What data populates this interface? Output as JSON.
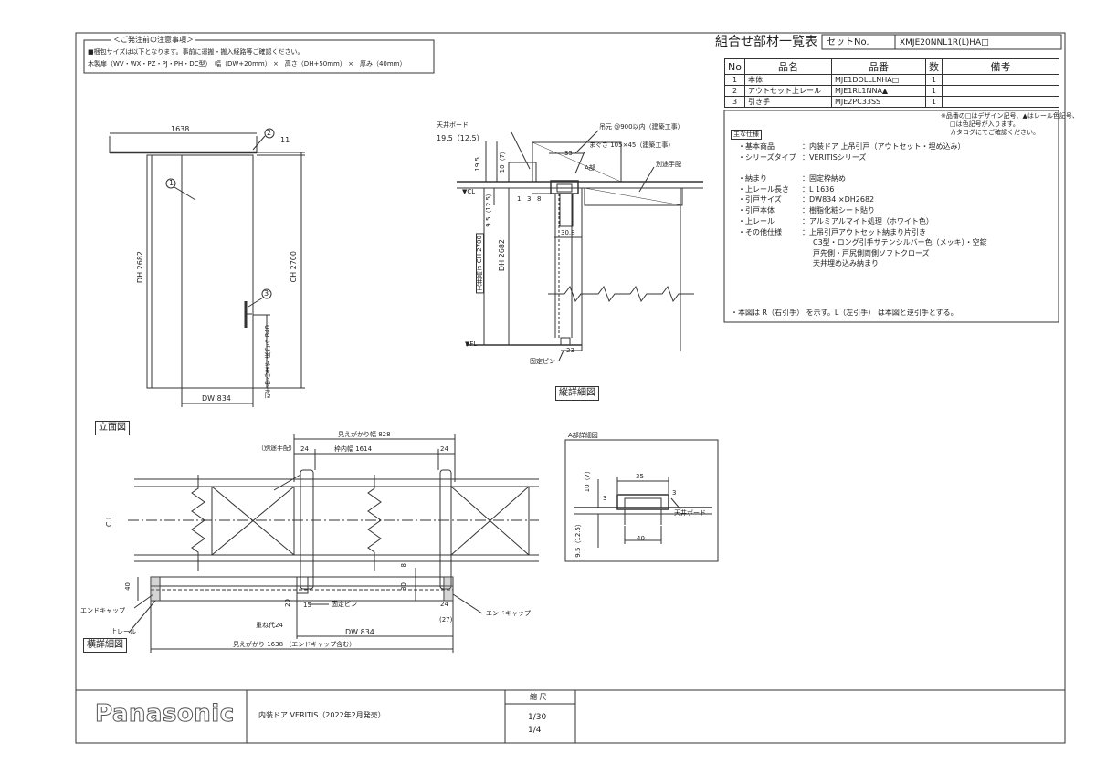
{
  "title_block": {
    "header": "組合せ部材一覧表",
    "set_label": "セットNo.",
    "set_no": "XMJE20NNL1R(L)HA□"
  },
  "parts_table": {
    "columns": [
      "No",
      "品名",
      "品番",
      "数",
      "備考"
    ],
    "rows": [
      {
        "no": "1",
        "name": "本体",
        "code": "MJE1DOLLLNHA□",
        "qty": "1",
        "note": ""
      },
      {
        "no": "2",
        "name": "アウトセット上レール",
        "code": "MJE1RL1NNA▲",
        "qty": "1",
        "note": ""
      },
      {
        "no": "3",
        "name": "引き手",
        "code": "MJE2PC33SS",
        "qty": "1",
        "note": ""
      }
    ],
    "footnote": [
      "※品番の□はデザイン記号、▲はレール色記号、",
      "□は色記号が入ります。",
      "カタログにてご確認ください。"
    ]
  },
  "specs": {
    "heading": "主な仕様",
    "items": [
      {
        "label": "・基本商品",
        "value": "内装ドア 上吊引戸（アウトセット・埋め込み）"
      },
      {
        "label": "・シリーズタイプ",
        "value": "VERITISシリーズ"
      },
      {
        "label": "・納まり",
        "value": "固定枠納め"
      },
      {
        "label": "・上レール長さ",
        "value": "L 1636"
      },
      {
        "label": "・引戸サイズ",
        "value": "DW834 ×DH2682"
      },
      {
        "label": "・引戸本体",
        "value": "樹脂化粧シート貼り"
      },
      {
        "label": "・上レール",
        "value": "アルミアルマイト処理（ホワイト色）"
      },
      {
        "label": "・その他仕様",
        "value": "上吊引戸アウトセット納まり片引き"
      }
    ],
    "extra_lines": [
      "C3型・ロング引手サテンシルバー色（メッキ）・空錠",
      "戸先側・戸尻側両側ソフトクローズ",
      "天井埋め込み納まり"
    ],
    "note": "・本図は R（右引手） を示す。L（左引手） は本図と逆引手とする。"
  },
  "notice": {
    "heading": "＜ご発注前の注意事項＞",
    "line1": "■梱包サイズは以下となります。事前に運搬・搬入経路等ご確認ください。",
    "line2": "木製扉（WV・WX・PZ・PJ・PH・DC型）　幅（DW+20mm） ×　高さ（DH+50mm） ×　厚み（40mm）"
  },
  "elevation": {
    "label": "立面図",
    "dims": {
      "rail": "1638",
      "dw": "DW 834",
      "dh": "DH 2682",
      "ch": "CH 2700",
      "t11": "11",
      "handle": "引手中心まで 床から 840"
    },
    "balloons": [
      "1",
      "2",
      "3"
    ]
  },
  "vertical_section": {
    "label": "縦詳細図",
    "texts": {
      "board": "天井ボード",
      "board_dim": "19.5（12.5）",
      "hanger": "吊元 @900以内（建築工事）",
      "joist": "まぐさ 105×45（建築工事）",
      "separate": "別途手配",
      "detail_a": "A部",
      "cl": "▼CL",
      "fl": "▼FL",
      "pin": "固定ピン",
      "ceiling_height": "天井高さ CH 2700",
      "dh": "DH 2682",
      "d195": "19.5",
      "d107": "10（7）",
      "d35": "35",
      "d95": "9.5（12.5）",
      "d1": "1",
      "d8": "8",
      "d3": "3",
      "d308": "30.8",
      "d23": "23"
    }
  },
  "detail_a": {
    "label": "A部詳細図",
    "texts": {
      "d35": "35",
      "d107": "10（7）",
      "d3a": "3",
      "d3b": "3",
      "board": "天井ボード",
      "d95": "9.5（12.5）",
      "d40": "40"
    }
  },
  "horizontal_section": {
    "label": "横詳細図",
    "texts": {
      "visible_width": "見えがかり幅 828",
      "inner": "枠内幅 1614",
      "separate": "（別途手配）",
      "d24a": "24",
      "d24b": "24",
      "d24c": "24",
      "cl": "C.L.",
      "d40": "40",
      "d8": "8",
      "d30": "30",
      "d20": "20",
      "d15": "15",
      "pin": "固定ピン",
      "end_cap_l": "エンドキャップ",
      "end_cap_r": "エンドキャップ",
      "rail": "上レール",
      "overlap": "重ね代24",
      "d27": "(27)",
      "dw": "DW 834",
      "total": "見えがかり 1638 （エンドキャップ含む）"
    }
  },
  "footer": {
    "brand": "Panasonic",
    "product": "内装ドア VERITIS（2022年2月発売）",
    "scale_label": "縮 尺",
    "scale1": "1/30",
    "scale2": "1/4"
  }
}
